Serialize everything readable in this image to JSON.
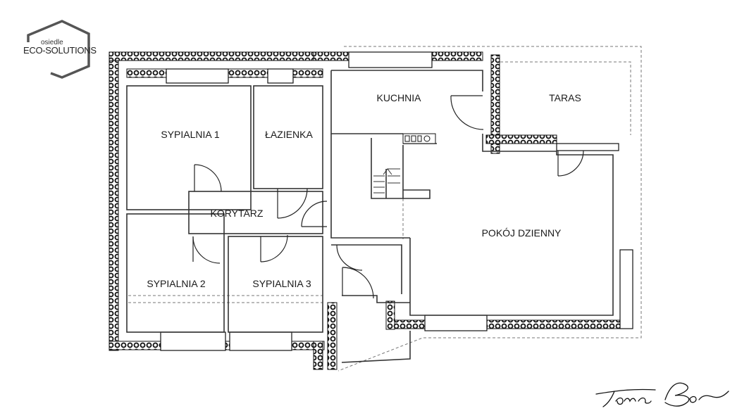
{
  "logo": {
    "line1": "osiedle",
    "line2": "ECO-SOLUTIONS"
  },
  "rooms": {
    "sypialnia1": "SYPIALNIA 1",
    "lazienka": "ŁAZIENKA",
    "kuchnia": "KUCHNIA",
    "taras": "TARAS",
    "korytarz": "KORYTARZ",
    "pokoj_dzienny": "POKÓJ DZIENNY",
    "sypialnia2": "SYPIALNIA 2",
    "sypialnia3": "SYPIALNIA 3"
  },
  "signature": "Toma Bor",
  "colors": {
    "wall": "#2a2a2a",
    "line": "#333333",
    "dashed": "#777777"
  }
}
